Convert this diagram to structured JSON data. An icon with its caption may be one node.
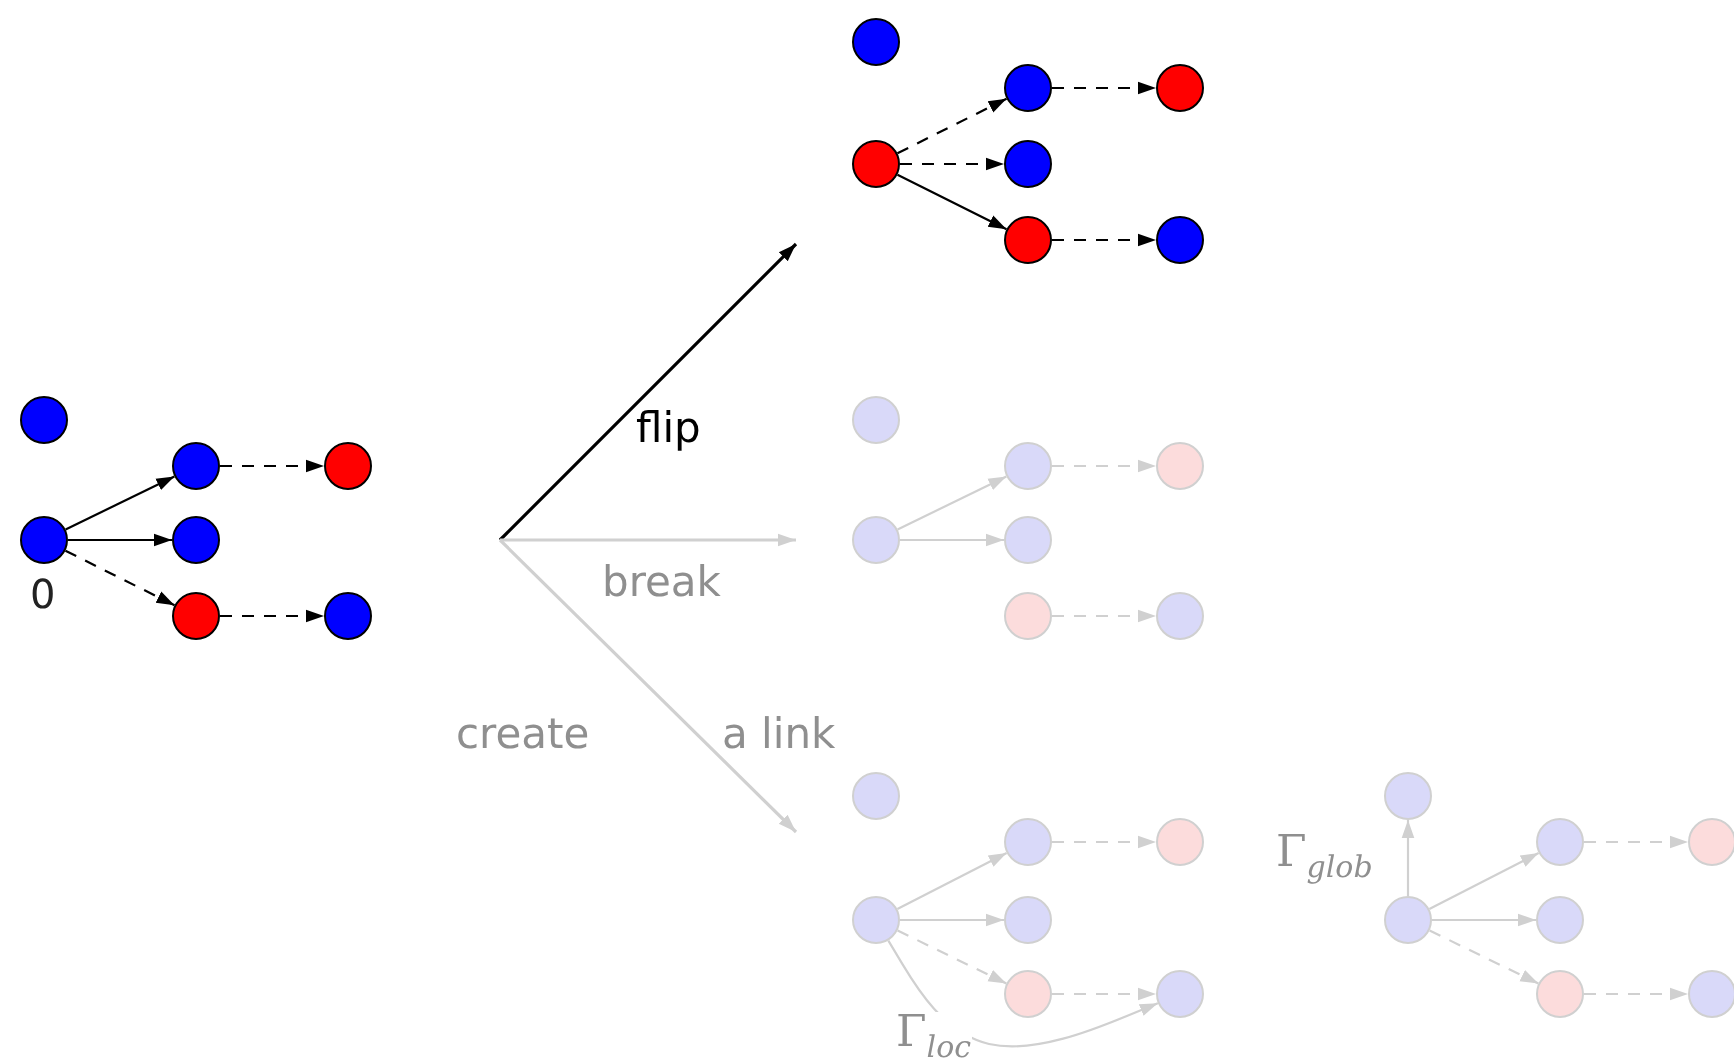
{
  "diagram": {
    "nodes": [
      {
        "text": [],
        "shape": "circle"
      },
      {
        "text": [],
        "shape": "circle",
        "beside": [
          "0"
        ]
      },
      {
        "text": [],
        "shape": "circle"
      },
      {
        "text": [],
        "shape": "circle"
      },
      {
        "text": [],
        "shape": "circle"
      },
      {
        "text": [],
        "shape": "circle"
      },
      {
        "text": [],
        "shape": "circle"
      },
      {
        "text": [],
        "shape": "circle"
      },
      {
        "text": [],
        "shape": "circle"
      },
      {
        "text": [],
        "shape": "circle"
      },
      {
        "text": [],
        "shape": "circle"
      },
      {
        "text": [],
        "shape": "circle"
      },
      {
        "text": [],
        "shape": "circle"
      },
      {
        "text": [],
        "shape": "circle"
      },
      {
        "text": [],
        "shape": "circle"
      },
      {
        "text": [],
        "shape": "circle"
      },
      {
        "text": [],
        "shape": "circle"
      },
      {
        "text": [],
        "shape": "circle"
      },
      {
        "text": [],
        "shape": "circle"
      },
      {
        "text": [],
        "shape": "circle"
      },
      {
        "text": [],
        "shape": "circle"
      },
      {
        "text": [],
        "shape": "circle"
      },
      {
        "text": [],
        "shape": "circle"
      },
      {
        "text": [],
        "shape": "circle"
      },
      {
        "text": [],
        "shape": "circle"
      },
      {
        "text": [],
        "shape": "circle"
      },
      {
        "text": [],
        "shape": "circle"
      },
      {
        "text": [],
        "shape": "circle"
      },
      {
        "text": [],
        "shape": "circle"
      },
      {
        "text": [],
        "shape": "circle"
      },
      {
        "text": [],
        "shape": "circle"
      },
      {
        "text": [],
        "shape": "circle"
      },
      {
        "text": [],
        "shape": "circle"
      },
      {
        "text": [],
        "shape": "circle"
      },
      {
        "text": [],
        "shape": "circle"
      }
    ],
    "edges": [
      {
        "from": 1,
        "to": 2,
        "arrow": "to",
        "color": "#000000"
      },
      {
        "from": 1,
        "to": 3,
        "arrow": "to",
        "color": "#000000"
      },
      {
        "from": 1,
        "to": 4,
        "arrow": "to",
        "style": "dashed",
        "color": "#000000"
      },
      {
        "from": 2,
        "to": 5,
        "arrow": "to",
        "style": "dashed",
        "color": "#000000"
      },
      {
        "from": 4,
        "to": 6,
        "arrow": "to",
        "style": "dashed",
        "color": "#000000"
      },
      {
        "from": 8,
        "to": 9,
        "arrow": "to",
        "style": "dashed",
        "color": "#000000"
      },
      {
        "from": 8,
        "to": 10,
        "arrow": "to",
        "style": "dashed",
        "color": "#000000"
      },
      {
        "from": 8,
        "to": 11,
        "arrow": "to",
        "color": "#000000"
      },
      {
        "from": 9,
        "to": 12,
        "arrow": "to",
        "style": "dashed",
        "color": "#000000"
      },
      {
        "from": 11,
        "to": 13,
        "arrow": "to",
        "style": "dashed",
        "color": "#000000"
      },
      {
        "from": 15,
        "to": 16,
        "arrow": "to"
      },
      {
        "from": 15,
        "to": 17,
        "arrow": "to"
      },
      {
        "from": 16,
        "to": 19,
        "arrow": "to",
        "style": "dashed"
      },
      {
        "from": 18,
        "to": 20,
        "arrow": "to",
        "style": "dashed"
      },
      {
        "from": 22,
        "to": 23,
        "arrow": "to"
      },
      {
        "from": 22,
        "to": 24,
        "arrow": "to"
      },
      {
        "from": 22,
        "to": 25,
        "arrow": "to",
        "style": "dashed"
      },
      {
        "from": 23,
        "to": 26,
        "arrow": "to",
        "style": "dashed"
      },
      {
        "from": 25,
        "to": 27,
        "arrow": "to",
        "style": "dashed"
      },
      {
        "from": 22,
        "to": 27,
        "arrow": "to",
        "label": "Γ$_{loc}$"
      },
      {
        "from": 29,
        "to": 28,
        "arrow": "to",
        "label": "Γ$_{glob}$"
      },
      {
        "from": 29,
        "to": 30,
        "arrow": "to"
      },
      {
        "from": 29,
        "to": 31,
        "arrow": "to"
      },
      {
        "from": 29,
        "to": 32,
        "arrow": "to",
        "style": "dashed"
      },
      {
        "from": 30,
        "to": 33,
        "arrow": "to",
        "style": "dashed"
      },
      {
        "from": 32,
        "to": 34,
        "arrow": "to",
        "style": "dashed"
      }
    ],
    "labels": [
      "flip",
      "break",
      "create",
      "a link"
    ]
  }
}
